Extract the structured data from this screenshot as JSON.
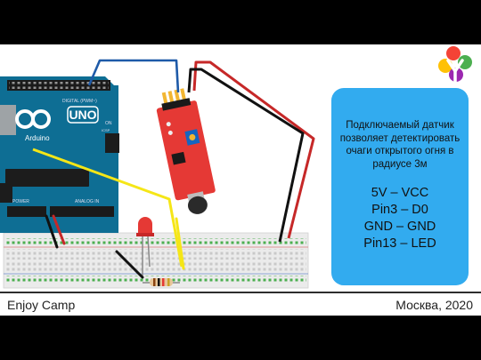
{
  "board": {
    "brand": "Arduino",
    "model": "UNO",
    "digital_label": "DIGITAL (PWM~)",
    "power_label": "POWER",
    "analog_label": "ANALOG IN",
    "icsp_label": "ICSP",
    "on_label": "ON"
  },
  "info_card": {
    "description": "Подключаемый датчик позволяет детектировать очаги открытого огня в радиусе 3м",
    "pins": [
      "5V – VCC",
      "Pin3 – D0",
      "GND – GND",
      "Pin13 – LED"
    ]
  },
  "footer": {
    "left": "Enjoy Camp",
    "right": "Москва, 2020"
  },
  "colors": {
    "board": "#0E6E94",
    "sensor": "#E53935",
    "card": "#32ABEF",
    "wire_blue": "#1E5AA8",
    "wire_red": "#C62828",
    "wire_black": "#111111",
    "wire_yellow": "#F5E617"
  },
  "logo": {
    "icon": "tree-logo-icon"
  }
}
